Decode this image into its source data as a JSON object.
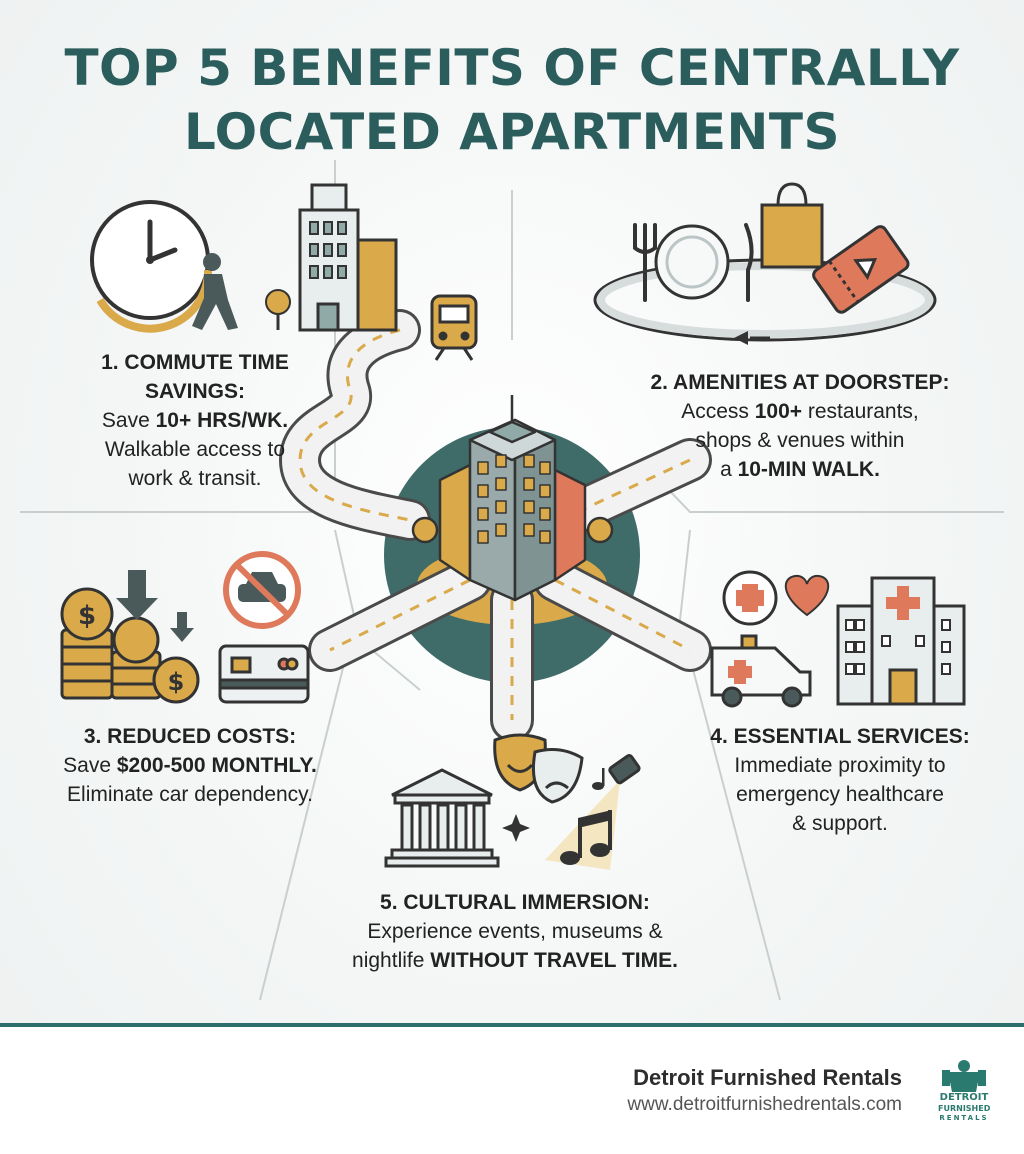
{
  "title": {
    "line1": "TOP 5 BENEFITS OF CENTRALLY",
    "line2": "LOCATED APARTMENTS"
  },
  "benefits": [
    {
      "heading": "1. COMMUTE TIME SAVINGS:",
      "line1_pre": "Save ",
      "line1_bold": "10+ HRS/WK.",
      "line2": "Walkable access to",
      "line3": "work & transit."
    },
    {
      "heading": "2. AMENITIES AT DOORSTEP:",
      "line1_pre": "Access ",
      "line1_bold": "100+",
      "line1_post": " restaurants,",
      "line2": "shops & venues within",
      "line3_pre": "a ",
      "line3_bold": "10-MIN WALK."
    },
    {
      "heading": "3. REDUCED COSTS:",
      "line1_pre": "Save ",
      "line1_bold": "$200-500 MONTHLY.",
      "line2": "Eliminate car dependency."
    },
    {
      "heading": "4. ESSENTIAL SERVICES:",
      "line1": "Immediate proximity to",
      "line2": "emergency healthcare",
      "line3": "& support."
    },
    {
      "heading": "5. CULTURAL IMMERSION:",
      "line1": "Experience events, museums &",
      "line2_pre": "nightlife ",
      "line2_bold": "WITHOUT TRAVEL TIME."
    }
  ],
  "footer": {
    "brand_name": "Detroit Furnished Rentals",
    "url": "www.detroitfurnishedrentals.com",
    "logo_line1": "DETROIT",
    "logo_line2": "FURNISHED",
    "logo_line3": "RENTALS"
  },
  "colors": {
    "teal": "#2b5d5c",
    "gold": "#d9a94a",
    "coral": "#de7a5b",
    "road": "#f1f2f1",
    "line": "#3a3a3a"
  },
  "icons": [
    "clock-icon",
    "walking-person-icon",
    "office-tower-icon",
    "tree-icon",
    "train-icon",
    "fork-icon",
    "plate-icon",
    "knife-icon",
    "shopping-bag-icon",
    "ticket-icon",
    "coins-icon",
    "down-arrow-icon",
    "no-car-icon",
    "credit-card-icon",
    "medical-cross-icon",
    "heart-icon",
    "ambulance-icon",
    "hospital-icon",
    "museum-icon",
    "theater-masks-icon",
    "music-note-icon",
    "spotlight-icon",
    "sparkle-icon",
    "central-apartment-icon"
  ]
}
